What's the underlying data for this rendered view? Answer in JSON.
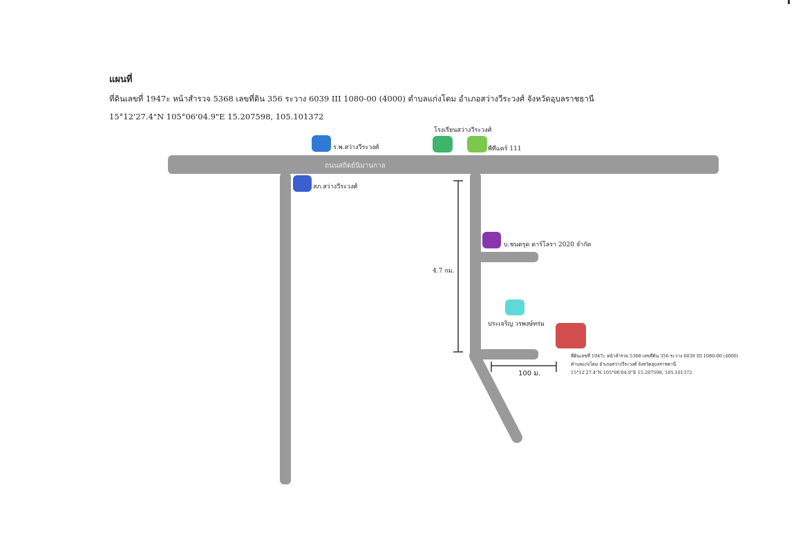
{
  "header": {
    "title": "แผนที่",
    "line1": "ที่ดินเลขที่ 1947ะ หน้าสำรวจ 5368 เลขที่ดิน 356 ระวาง 6039 III 1080-00 (4000) ตำบลแก่งโดม อำเภอสว่างวีระวงศ์ จังหวัดอุบลราชธานี",
    "line2": "15°12'27.4\"N 105°06'04.9\"E 15.207598, 105.101372"
  },
  "map": {
    "road_label": "ถนนสถิตย์นิมานกาล",
    "distance_label": "4.7 กม.",
    "scale_label": "100 ม.",
    "landmarks": [
      {
        "label": "ร.พ.สว่างวีระวงศ์",
        "color": "#2e7ad4"
      },
      {
        "label": "โรงเรียนสว่างวีระวงศ์",
        "color": "#3fb56a"
      },
      {
        "label": "พีทีแคร์ 111",
        "color": "#7cc84e"
      },
      {
        "label": "สภ.สว่างวีระวงศ์",
        "color": "#3b5fcf"
      },
      {
        "label": "บ.ชนตรุด ดาร์โลรา 2020 จำกัด",
        "color": "#8a35b0"
      },
      {
        "label": "ประเจริญ วรพงษ์ทร่ม",
        "color": "#5fd8d8"
      }
    ],
    "target": {
      "color": "#d24e4e",
      "line1": "ที่ดินเลขที่ 1947ะ หน้าสำรวจ 5368 เลขที่ดิน 356 ระวาง 6039 III 1080-00 (4000)",
      "line2": "ตำบลแก่งโดม อำเภอสว่างวีระวงศ์ จังหวัดอุบลราชธานี",
      "line3": "15°12'27.4\"N 105°06'04.9\"E 15.207598, 105.101372"
    }
  }
}
